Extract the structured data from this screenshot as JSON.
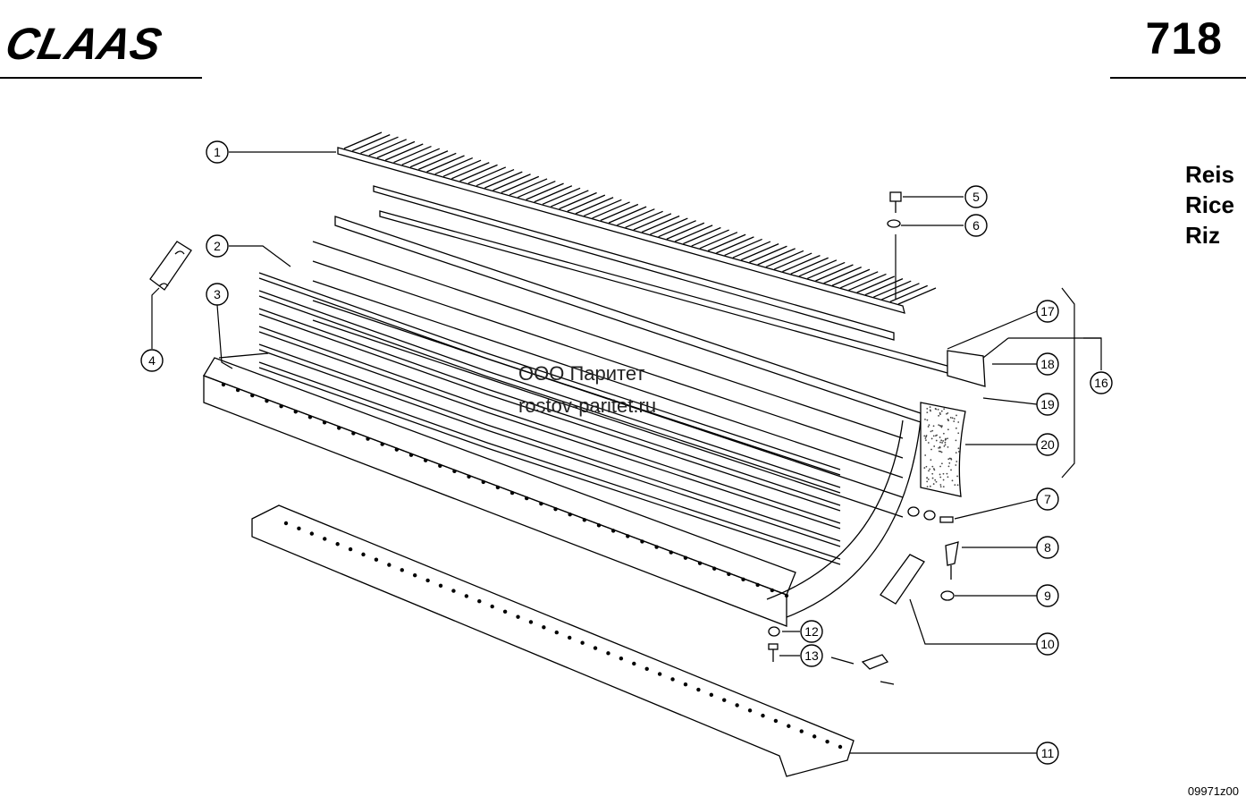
{
  "header": {
    "brand": "CLAAS",
    "page_number": "718"
  },
  "variants": [
    "Reis",
    "Rice",
    "Riz"
  ],
  "watermark": {
    "company": "ООО Паритет",
    "website": "rostov-paritet.ru"
  },
  "drawing_code": "09971z00",
  "callouts": [
    "1",
    "2",
    "3",
    "4",
    "5",
    "6",
    "7",
    "8",
    "9",
    "10",
    "11",
    "12",
    "13",
    "16",
    "17",
    "18",
    "19",
    "20"
  ],
  "colors": {
    "ink": "#000000",
    "paper": "#ffffff"
  }
}
